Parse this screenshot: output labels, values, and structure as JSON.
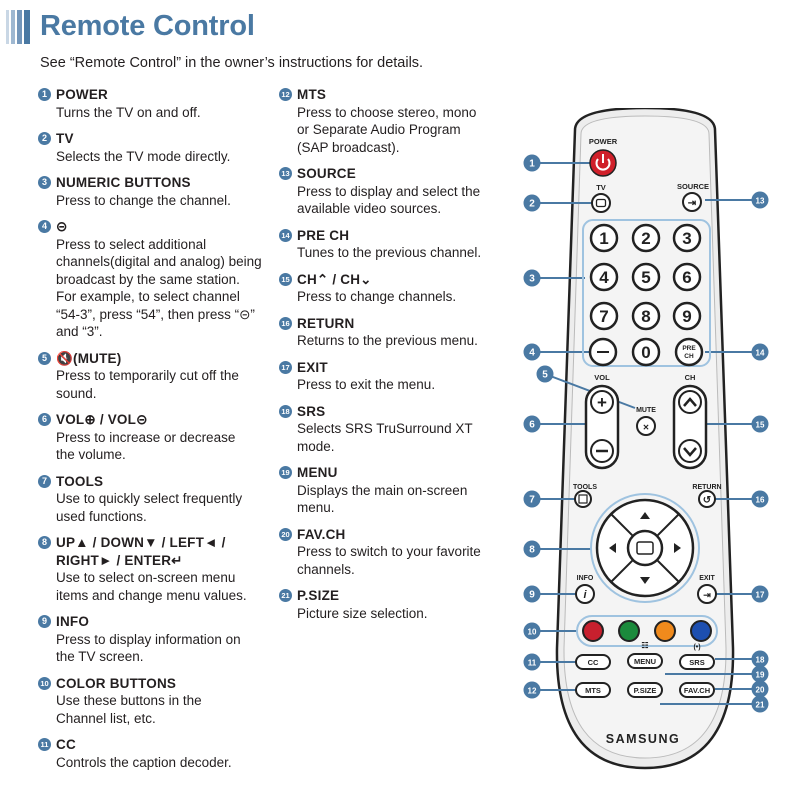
{
  "title": "Remote Control",
  "subtitle": "See “Remote Control” in the owner’s instructions for details.",
  "left_items": [
    {
      "num": "1",
      "name": "POWER",
      "desc": "Turns the TV on and off."
    },
    {
      "num": "2",
      "name": "TV",
      "desc": "Selects the TV mode directly."
    },
    {
      "num": "3",
      "name": "NUMERIC BUTTONS",
      "desc": "Press to change the channel."
    },
    {
      "num": "4",
      "name": "⊝",
      "desc": "Press to select additional\nchannels(digital and analog) being\nbroadcast by the same station.\nFor example, to select channel\n“54-3”, press “54”, then press “⊝”\nand “3”."
    },
    {
      "num": "5",
      "name": "🔇(MUTE)",
      "desc": "Press to temporarily cut off the\nsound."
    },
    {
      "num": "6",
      "name": "VOL⊕ / VOL⊝",
      "desc": "Press to increase or decrease\nthe volume."
    },
    {
      "num": "7",
      "name": "TOOLS",
      "desc": "Use to quickly select frequently\nused functions."
    },
    {
      "num": "8",
      "name": "UP▲ / DOWN▼ / LEFT◄ /\nRIGHT► / ENTER↵",
      "desc": "Use to select on-screen menu\nitems and change menu values."
    },
    {
      "num": "9",
      "name": "INFO",
      "desc": "Press to display information on\nthe TV screen."
    },
    {
      "num": "10",
      "name": "COLOR BUTTONS",
      "desc": "Use these buttons in the\nChannel list, etc."
    },
    {
      "num": "11",
      "name": "CC",
      "desc": "Controls the caption decoder."
    }
  ],
  "mid_items": [
    {
      "num": "12",
      "name": "MTS",
      "desc": "Press to choose stereo, mono\nor Separate Audio Program\n(SAP broadcast)."
    },
    {
      "num": "13",
      "name": "SOURCE",
      "desc": "Press to display and select the\navailable video sources."
    },
    {
      "num": "14",
      "name": "PRE CH",
      "desc": "Tunes to the previous channel."
    },
    {
      "num": "15",
      "name": "CH⌃ / CH⌄",
      "desc": "Press to change channels."
    },
    {
      "num": "16",
      "name": "RETURN",
      "desc": "Returns to the previous menu."
    },
    {
      "num": "17",
      "name": "EXIT",
      "desc": "Press to exit the menu."
    },
    {
      "num": "18",
      "name": "SRS",
      "desc": "Selects SRS TruSurround XT\nmode."
    },
    {
      "num": "19",
      "name": "MENU",
      "desc": "Displays the main on-screen\nmenu."
    },
    {
      "num": "20",
      "name": "FAV.CH",
      "desc": "Press to switch to your favorite\nchannels."
    },
    {
      "num": "21",
      "name": "P.SIZE",
      "desc": "Picture size selection."
    }
  ],
  "remote": {
    "power_label": "POWER",
    "tv_label": "TV",
    "source_label": "SOURCE",
    "digits": [
      "1",
      "2",
      "3",
      "4",
      "5",
      "6",
      "7",
      "8",
      "9"
    ],
    "zero": "0",
    "prech_label": "PRE\nCH",
    "vol_label": "VOL",
    "ch_label": "CH",
    "mute_label": "MUTE",
    "tools_label": "TOOLS",
    "return_label": "RETURN",
    "info_label": "INFO",
    "exit_label": "EXIT",
    "cc_label": "CC",
    "menu_label": "MENU",
    "srs_label": "SRS",
    "mts_label": "MTS",
    "psize_label": "P.SIZE",
    "favch_label": "FAV.CH",
    "brand": "SAMSUNG",
    "callouts": [
      "1",
      "2",
      "3",
      "4",
      "5",
      "6",
      "7",
      "8",
      "9",
      "10",
      "11",
      "12",
      "13",
      "14",
      "15",
      "16",
      "17",
      "18",
      "19",
      "20",
      "21"
    ],
    "color_buttons": [
      "#c8202e",
      "#1b8a3c",
      "#f08a1c",
      "#1d4fb0"
    ]
  },
  "colors": {
    "accent": "#4a79a3",
    "power": "#d0202a"
  }
}
